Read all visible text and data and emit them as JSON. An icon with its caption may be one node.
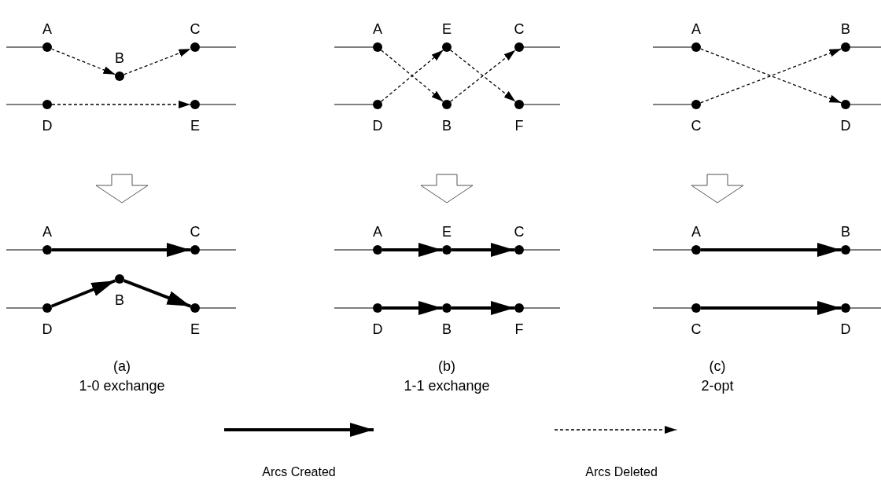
{
  "diagram": {
    "nodes": [
      {
        "text": [
          "A"
        ]
      },
      {
        "text": [
          "B"
        ]
      },
      {
        "text": [
          "C"
        ]
      },
      {
        "text": [
          "D"
        ]
      },
      {
        "text": [
          "E"
        ]
      },
      {
        "text": [
          "A"
        ]
      },
      {
        "text": [
          "C"
        ]
      },
      {
        "text": [
          "D"
        ]
      },
      {
        "text": [
          "B"
        ]
      },
      {
        "text": [
          "E"
        ]
      },
      {
        "text": [
          "A"
        ]
      },
      {
        "text": [
          "E"
        ]
      },
      {
        "text": [
          "C"
        ]
      },
      {
        "text": [
          "D"
        ]
      },
      {
        "text": [
          "B"
        ]
      },
      {
        "text": [
          "F"
        ]
      },
      {
        "text": [
          "A"
        ]
      },
      {
        "text": [
          "E"
        ]
      },
      {
        "text": [
          "C"
        ]
      },
      {
        "text": [
          "D"
        ]
      },
      {
        "text": [
          "B"
        ]
      },
      {
        "text": [
          "F"
        ]
      },
      {
        "text": [
          "A"
        ]
      },
      {
        "text": [
          "B"
        ]
      },
      {
        "text": [
          "C"
        ]
      },
      {
        "text": [
          "D"
        ]
      },
      {
        "text": [
          "A"
        ]
      },
      {
        "text": [
          "B"
        ]
      },
      {
        "text": [
          "C"
        ]
      },
      {
        "text": [
          "D"
        ]
      }
    ],
    "edges": [
      {
        "from": 0,
        "to": 1,
        "arrow": "to",
        "style": "dashed"
      },
      {
        "from": 1,
        "to": 2,
        "arrow": "to",
        "style": "dashed"
      },
      {
        "from": 3,
        "to": 4,
        "arrow": "to",
        "style": "dashed"
      },
      {
        "from": null,
        "to": 0,
        "arrow": "none"
      },
      {
        "from": 2,
        "to": null,
        "arrow": "none"
      },
      {
        "from": null,
        "to": 3,
        "arrow": "none"
      },
      {
        "from": 4,
        "to": null,
        "arrow": "none"
      },
      {
        "from": 5,
        "to": 6,
        "arrow": "to",
        "style": "thick"
      },
      {
        "from": 7,
        "to": 8,
        "arrow": "to",
        "style": "thick"
      },
      {
        "from": 8,
        "to": 9,
        "arrow": "to",
        "style": "thick"
      },
      {
        "from": null,
        "to": 5,
        "arrow": "none"
      },
      {
        "from": 6,
        "to": null,
        "arrow": "none"
      },
      {
        "from": null,
        "to": 7,
        "arrow": "none"
      },
      {
        "from": 9,
        "to": null,
        "arrow": "none"
      },
      {
        "from": 10,
        "to": 14,
        "arrow": "to",
        "style": "dashed"
      },
      {
        "from": 13,
        "to": 11,
        "arrow": "to",
        "style": "dashed"
      },
      {
        "from": 11,
        "to": 15,
        "arrow": "to",
        "style": "dashed"
      },
      {
        "from": 14,
        "to": 12,
        "arrow": "to",
        "style": "dashed"
      },
      {
        "from": null,
        "to": 10,
        "arrow": "none"
      },
      {
        "from": 12,
        "to": null,
        "arrow": "none"
      },
      {
        "from": null,
        "to": 13,
        "arrow": "none"
      },
      {
        "from": 15,
        "to": null,
        "arrow": "none"
      },
      {
        "from": 16,
        "to": 17,
        "arrow": "to",
        "style": "thick"
      },
      {
        "from": 17,
        "to": 18,
        "arrow": "to",
        "style": "thick"
      },
      {
        "from": 19,
        "to": 20,
        "arrow": "to",
        "style": "thick"
      },
      {
        "from": 20,
        "to": 21,
        "arrow": "to",
        "style": "thick"
      },
      {
        "from": null,
        "to": 16,
        "arrow": "none"
      },
      {
        "from": 18,
        "to": null,
        "arrow": "none"
      },
      {
        "from": null,
        "to": 19,
        "arrow": "none"
      },
      {
        "from": 21,
        "to": null,
        "arrow": "none"
      },
      {
        "from": 22,
        "to": 25,
        "arrow": "to",
        "style": "dashed"
      },
      {
        "from": 24,
        "to": 23,
        "arrow": "to",
        "style": "dashed"
      },
      {
        "from": null,
        "to": 22,
        "arrow": "none"
      },
      {
        "from": 23,
        "to": null,
        "arrow": "none"
      },
      {
        "from": null,
        "to": 24,
        "arrow": "none"
      },
      {
        "from": 25,
        "to": null,
        "arrow": "none"
      },
      {
        "from": 26,
        "to": 27,
        "arrow": "to",
        "style": "thick"
      },
      {
        "from": 28,
        "to": 29,
        "arrow": "to",
        "style": "thick"
      },
      {
        "from": null,
        "to": 26,
        "arrow": "none"
      },
      {
        "from": 27,
        "to": null,
        "arrow": "none"
      },
      {
        "from": null,
        "to": 28,
        "arrow": "none"
      },
      {
        "from": 29,
        "to": null,
        "arrow": "none"
      }
    ],
    "labels": [
      "(a)",
      "1-0 exchange",
      "(b)",
      "1-1 exchange",
      "(c)",
      "2-opt"
    ],
    "legend": [
      {
        "text": "Arcs Created"
      },
      {
        "text": "Arcs Deleted"
      }
    ]
  }
}
